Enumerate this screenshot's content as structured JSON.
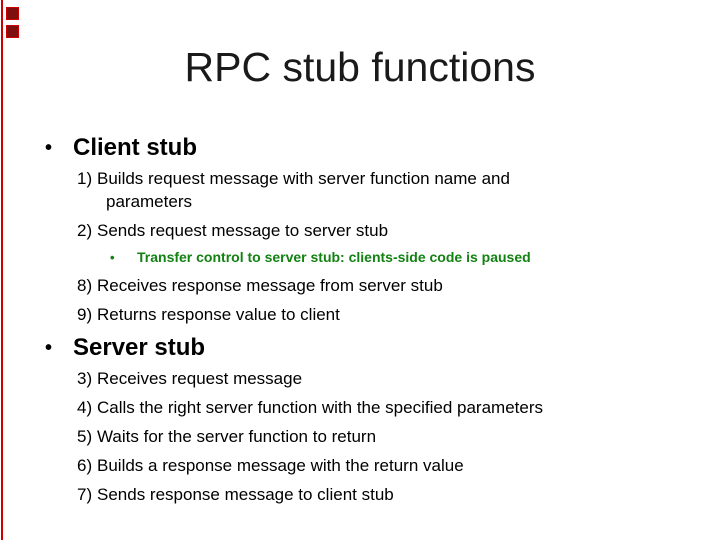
{
  "slide": {
    "title": "RPC stub functions",
    "bullet_glyph": "•",
    "colors": {
      "accent_red": "#cc0000",
      "square_fill": "#7e0f0f",
      "green_text": "#128212",
      "title_color": "#1a1a1a",
      "body_color": "#000000"
    },
    "sections": [
      {
        "heading": "Client stub",
        "items": [
          {
            "type": "numbered",
            "num": "1)",
            "lines": [
              "Builds request message with server function name and",
              "parameters"
            ]
          },
          {
            "type": "numbered",
            "num": "2)",
            "lines": [
              "Sends request message to server stub"
            ]
          },
          {
            "type": "sub-bullet",
            "text": "Transfer control to server stub: clients-side code is paused"
          },
          {
            "type": "numbered",
            "num": "8)",
            "lines": [
              "Receives response message from server stub"
            ]
          },
          {
            "type": "numbered",
            "num": "9)",
            "lines": [
              "Returns response value to client"
            ]
          }
        ]
      },
      {
        "heading": "Server stub",
        "items": [
          {
            "type": "numbered",
            "num": "3)",
            "lines": [
              "Receives request message"
            ]
          },
          {
            "type": "numbered",
            "num": "4)",
            "lines": [
              "Calls the right server function with the specified parameters"
            ]
          },
          {
            "type": "numbered",
            "num": "5)",
            "lines": [
              "Waits for the server function to return"
            ]
          },
          {
            "type": "numbered",
            "num": "6)",
            "lines": [
              "Builds a response message with the return value"
            ]
          },
          {
            "type": "numbered",
            "num": "7)",
            "lines": [
              "Sends response message to client stub"
            ]
          }
        ]
      }
    ]
  }
}
